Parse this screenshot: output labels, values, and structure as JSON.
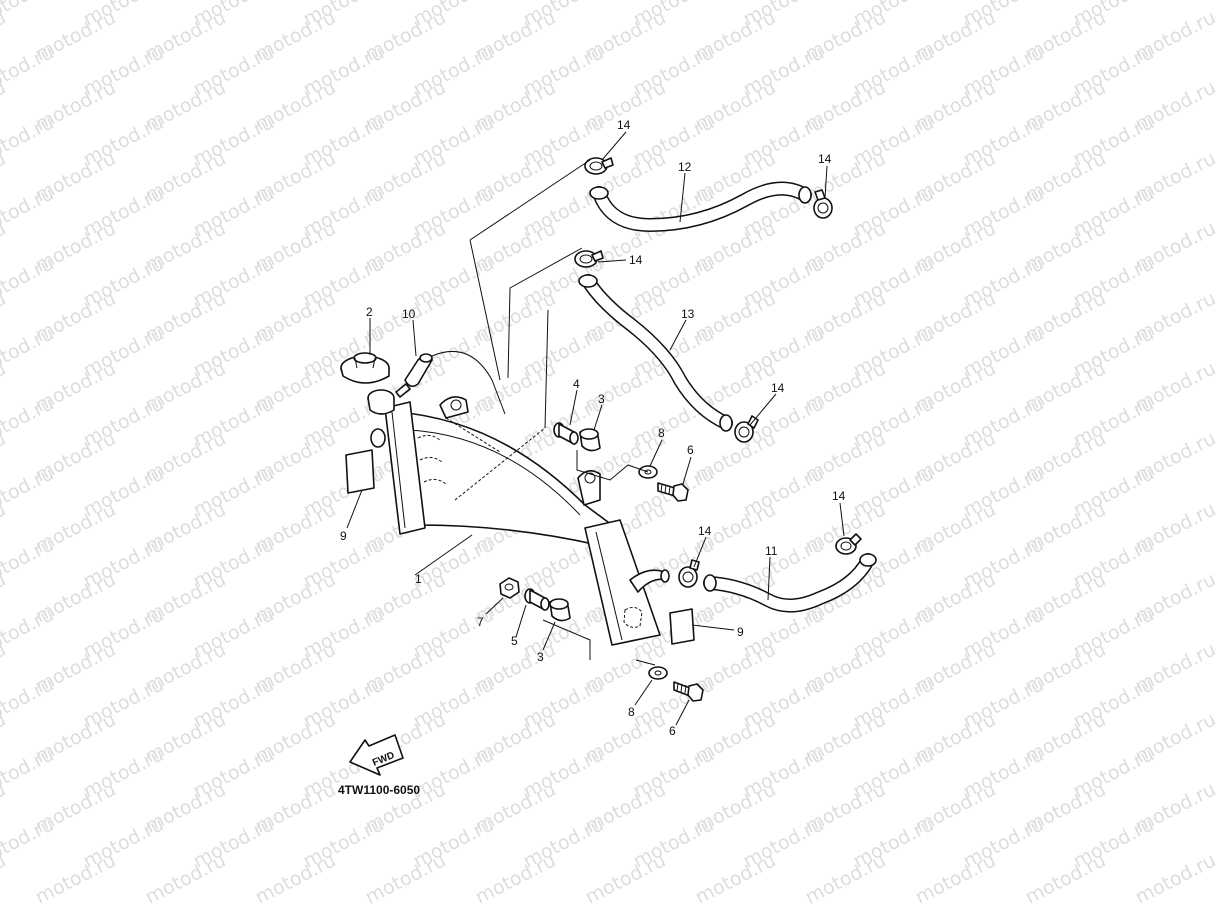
{
  "watermark": "motod.ru",
  "diagram_code": "4TW1100-6050",
  "fwd_label": "FWD",
  "callouts": {
    "c1": "1",
    "c2": "2",
    "c3a": "3",
    "c3b": "3",
    "c4": "4",
    "c5": "5",
    "c6a": "6",
    "c6b": "6",
    "c7": "7",
    "c8a": "8",
    "c8b": "8",
    "c9a": "9",
    "c9b": "9",
    "c10": "10",
    "c11": "11",
    "c12": "12",
    "c13": "13",
    "c14a": "14",
    "c14b": "14",
    "c14c": "14",
    "c14d": "14",
    "c14e": "14",
    "c14f": "14"
  }
}
